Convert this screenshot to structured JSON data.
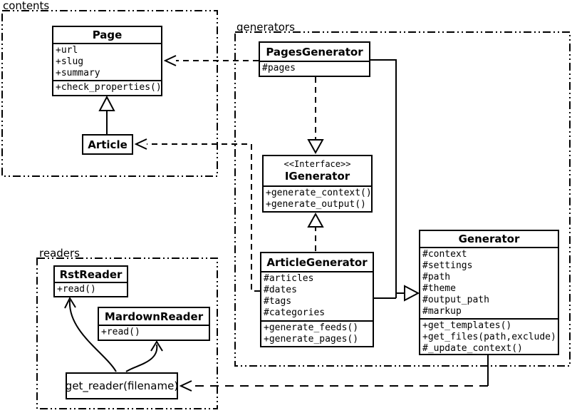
{
  "packages": {
    "contents": {
      "label": "contents"
    },
    "generators": {
      "label": "generators"
    },
    "readers": {
      "label": "readers"
    }
  },
  "classes": {
    "page": {
      "title": "Page",
      "attrs": [
        "+url",
        "+slug",
        "+summary"
      ],
      "methods": [
        "+check_properties()"
      ]
    },
    "article": {
      "title": "Article"
    },
    "pages_generator": {
      "title": "PagesGenerator",
      "attrs": [
        "#pages"
      ]
    },
    "igenerator": {
      "stereotype": "<<Interface>>",
      "title": "IGenerator",
      "methods": [
        "+generate_context()",
        "+generate_output()"
      ]
    },
    "article_generator": {
      "title": "ArticleGenerator",
      "attrs": [
        "#articles",
        "#dates",
        "#tags",
        "#categories"
      ],
      "methods": [
        "+generate_feeds()",
        "+generate_pages()"
      ]
    },
    "generator": {
      "title": "Generator",
      "attrs": [
        "#context",
        "#settings",
        "#path",
        "#theme",
        "#output_path",
        "#markup"
      ],
      "methods": [
        "+get_templates()",
        "+get_files(path,exclude)",
        "#_update_context()"
      ]
    },
    "rst_reader": {
      "title": "RstReader",
      "methods": [
        "+read()"
      ]
    },
    "mardown_reader": {
      "title": "MardownReader",
      "methods": [
        "+read()"
      ]
    },
    "get_reader": {
      "label": "get_reader(filename)"
    }
  },
  "relationships": [
    {
      "type": "generalization",
      "from": "Article",
      "to": "Page"
    },
    {
      "type": "dependency",
      "from": "PagesGenerator",
      "to": "Page"
    },
    {
      "type": "dependency",
      "from": "ArticleGenerator",
      "to": "Article"
    },
    {
      "type": "realization",
      "from": "PagesGenerator",
      "to": "IGenerator"
    },
    {
      "type": "realization",
      "from": "ArticleGenerator",
      "to": "IGenerator"
    },
    {
      "type": "generalization",
      "from": "PagesGenerator",
      "to": "Generator"
    },
    {
      "type": "generalization",
      "from": "ArticleGenerator",
      "to": "Generator"
    },
    {
      "type": "dependency",
      "from": "Generator",
      "to": "get_reader(filename)"
    },
    {
      "type": "arrow",
      "from": "get_reader(filename)",
      "to": "RstReader"
    },
    {
      "type": "arrow",
      "from": "get_reader(filename)",
      "to": "MardownReader"
    }
  ],
  "colors": {
    "stroke": "#000000",
    "background": "#ffffff"
  }
}
